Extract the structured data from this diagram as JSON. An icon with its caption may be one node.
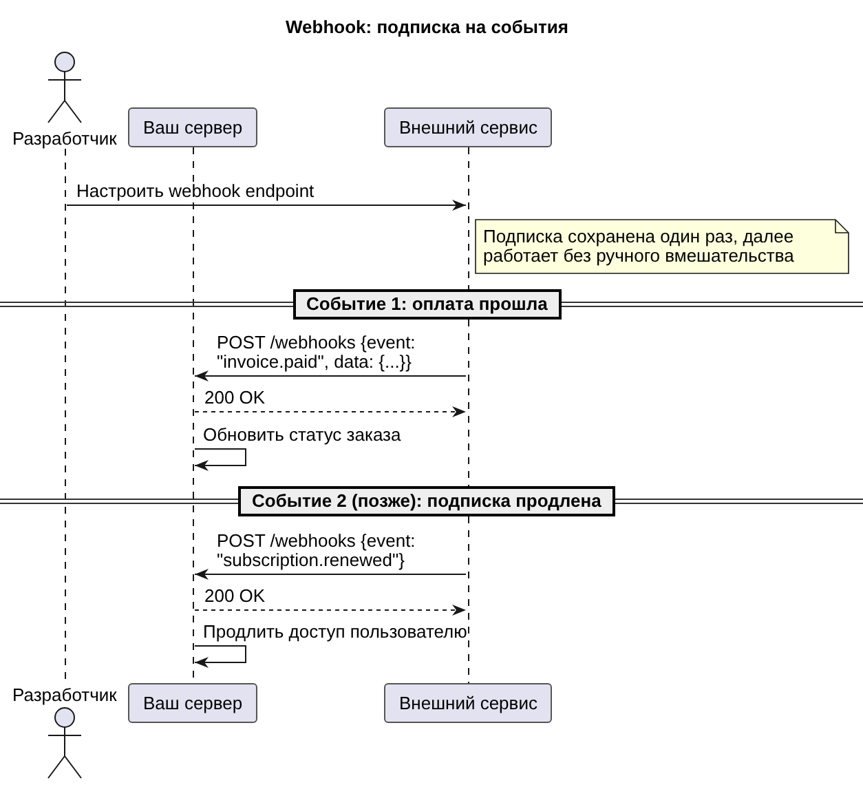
{
  "diagram": {
    "title": "Webhook: подписка на события",
    "nodes": [
      {
        "text": [
          "Разработчик"
        ]
      },
      {
        "text": [
          "Ваш сервер"
        ]
      },
      {
        "text": [
          "Внешний сервис"
        ]
      },
      {
        "text": [],
        "shape": "line"
      },
      {
        "text": [],
        "shape": "line"
      },
      {
        "text": [],
        "shape": "line"
      },
      {
        "text": [
          "Подписка сохранена один раз, далее работает без ручного вмешательства"
        ]
      },
      {
        "text": [
          "Событие 1: оплата прошла"
        ]
      },
      {
        "text": [
          "Событие 2 (позже): подписка продлена"
        ]
      },
      {
        "text": [
          "Разработчик"
        ]
      },
      {
        "text": [
          "Ваш сервер"
        ]
      },
      {
        "text": [
          "Внешний сервис"
        ]
      }
    ],
    "edges": [
      {
        "from": 3,
        "to": 5,
        "arrow": "to",
        "label": "Настроить webhook endpoint"
      },
      {
        "from": 5,
        "to": 4,
        "arrow": "to",
        "label": "POST /webhooks {event: \"invoice.paid\", data: {...}}"
      },
      {
        "from": 4,
        "to": 5,
        "arrow": "to",
        "label": "200 OK",
        "style": "dashed"
      },
      {
        "from": 4,
        "to": 4,
        "arrow": "to",
        "label": "Обновить статус заказа"
      },
      {
        "from": 5,
        "to": 4,
        "arrow": "to",
        "label": "POST /webhooks {event: \"subscription.renewed\"}"
      },
      {
        "from": 4,
        "to": 5,
        "arrow": "to",
        "label": "200 OK",
        "style": "dashed"
      },
      {
        "from": 4,
        "to": 4,
        "arrow": "to",
        "label": "Продлить доступ пользователю"
      }
    ]
  }
}
